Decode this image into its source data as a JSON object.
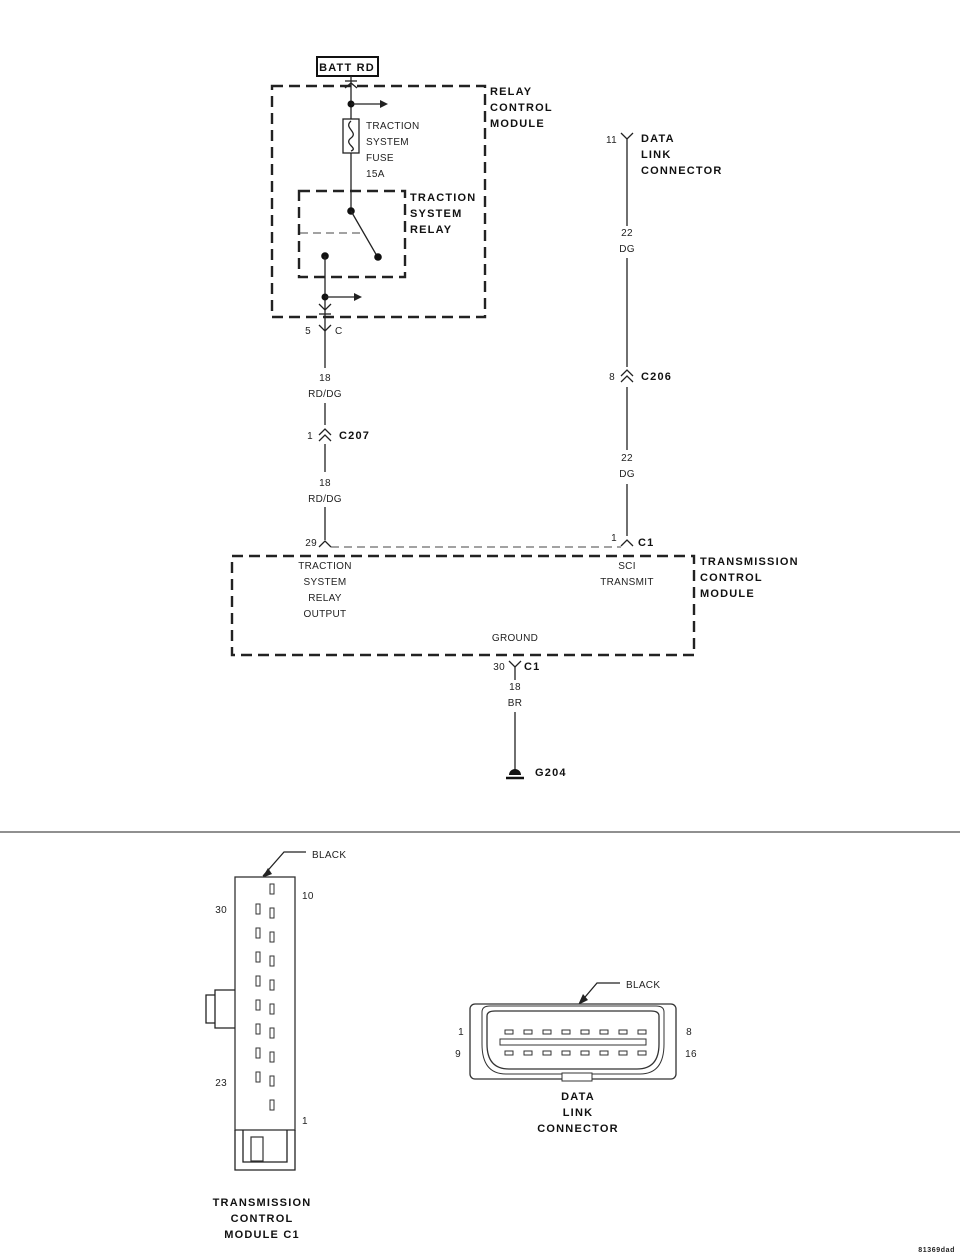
{
  "schematic": {
    "batt": "BATT RD",
    "rcm": [
      "RELAY",
      "CONTROL",
      "MODULE"
    ],
    "fuse": [
      "TRACTION",
      "SYSTEM",
      "FUSE",
      "15A"
    ],
    "relay": [
      "TRACTION",
      "SYSTEM",
      "RELAY"
    ],
    "rcm_pin": "5",
    "rcm_conn": "C",
    "wire_left_gauge": "18",
    "wire_left_color": "RD/DG",
    "c207_pin": "1",
    "c207": "C207",
    "tcm_left_pin": "29",
    "dlc_pin": "11",
    "dlc": [
      "DATA",
      "LINK",
      "CONNECTOR"
    ],
    "wire_right_gauge": "22",
    "wire_right_color": "DG",
    "c206_pin": "8",
    "c206": "C206",
    "tcm_right_pin": "1",
    "tcm_right_conn": "C1",
    "tcm": [
      "TRANSMISSION",
      "CONTROL",
      "MODULE"
    ],
    "tcm_left_func": [
      "TRACTION",
      "SYSTEM",
      "RELAY",
      "OUTPUT"
    ],
    "tcm_right_func": [
      "SCI",
      "TRANSMIT"
    ],
    "tcm_ground": "GROUND",
    "gnd_pin": "30",
    "gnd_conn": "C1",
    "gnd_gauge": "18",
    "gnd_color": "BR",
    "g204": "G204"
  },
  "connectors": {
    "tcm_c1": {
      "color": "BLACK",
      "pin_30": "30",
      "pin_10": "10",
      "pin_23": "23",
      "pin_1": "1",
      "title": [
        "TRANSMISSION",
        "CONTROL",
        "MODULE C1"
      ]
    },
    "dlc": {
      "color": "BLACK",
      "pin_1": "1",
      "pin_8": "8",
      "pin_9": "9",
      "pin_16": "16",
      "title": [
        "DATA",
        "LINK",
        "CONNECTOR"
      ]
    }
  },
  "figure_id": "81369dad"
}
